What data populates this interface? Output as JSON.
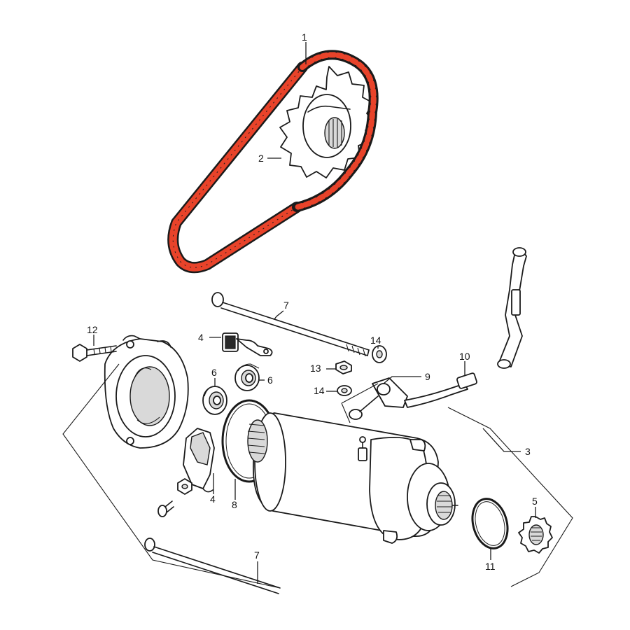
{
  "accent_color": "#e8432a",
  "callouts": {
    "c1": "1",
    "c2": "2",
    "c3": "3",
    "c4a": "4",
    "c4b": "4",
    "c5": "5",
    "c6a": "6",
    "c6b": "6",
    "c7a": "7",
    "c7b": "7",
    "c8": "8",
    "c9": "9",
    "c10": "10",
    "c11": "11",
    "c12": "12",
    "c13": "13",
    "c14a": "14",
    "c14b": "14"
  }
}
